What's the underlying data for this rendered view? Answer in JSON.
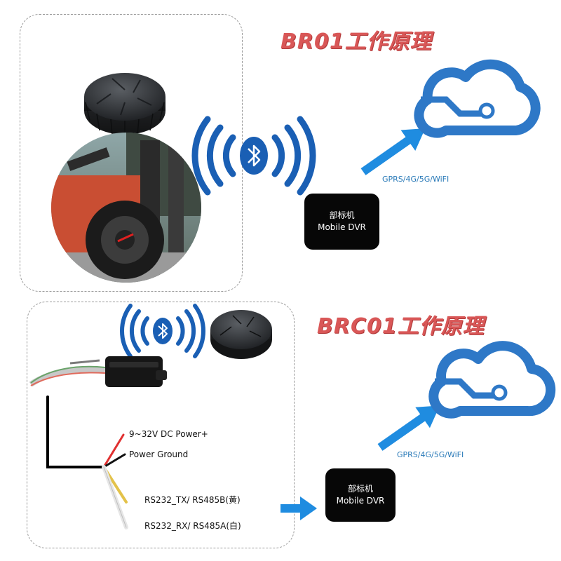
{
  "section_br01": {
    "title": "BR01工作原理",
    "dvr_line1": "部标机",
    "dvr_line2": "Mobile DVR",
    "link_label": "GPRS/4G/5G/WiFI"
  },
  "section_brc01": {
    "title": "BRC01工作原理",
    "dvr_line1": "部标机",
    "dvr_line2": "Mobile DVR",
    "link_label": "GPRS/4G/5G/WiFI",
    "wires": [
      {
        "label": "9~32V DC Power+"
      },
      {
        "label": "Power Ground"
      },
      {
        "label": "RS232_TX/ RS485B(黄)"
      },
      {
        "label": "RS232_RX/ RS485A(白)"
      }
    ]
  },
  "colors": {
    "title_red": "#d95757",
    "cloud_blue": "#2e78c7",
    "arrow_blue": "#1f8ce0",
    "dvr_black": "#070707",
    "bluetooth_blue": "#1a5fb4"
  },
  "icons": [
    "sensor-puck-icon",
    "bluetooth-icon",
    "cloud-icon",
    "arrow-icon",
    "forklift-wheel-image",
    "converter-box-icon"
  ]
}
